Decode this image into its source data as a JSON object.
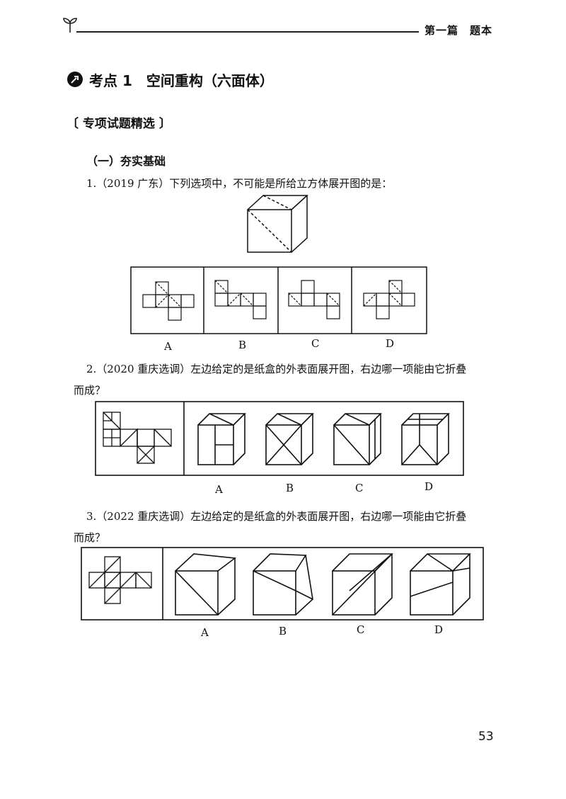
{
  "header": {
    "section": "第一篇　题本"
  },
  "topic": {
    "title": "考点 1　空间重构（六面体）"
  },
  "section_title": "〔 专项试题精选 〕",
  "subsection": "（一）夯实基础",
  "questions": [
    {
      "text": "1.（2019 广东）下列选项中，不可能是所给立方体展开图的是：",
      "options": [
        "A",
        "B",
        "C",
        "D"
      ]
    },
    {
      "text_line1": "2.（2020 重庆选调）左边给定的是纸盒的外表面展开图，右边哪一项能由它折叠",
      "text_line2": "而成？",
      "options": [
        "A",
        "B",
        "C",
        "D"
      ]
    },
    {
      "text_line1": "3.（2022 重庆选调）左边给定的是纸盒的外表面展开图，右边哪一项能由它折叠",
      "text_line2": "而成？",
      "options": [
        "A",
        "B",
        "C",
        "D"
      ]
    }
  ],
  "page_number": "53",
  "icons": {
    "sprout": "sprout-icon",
    "topic_marker": "topic-marker-icon"
  }
}
